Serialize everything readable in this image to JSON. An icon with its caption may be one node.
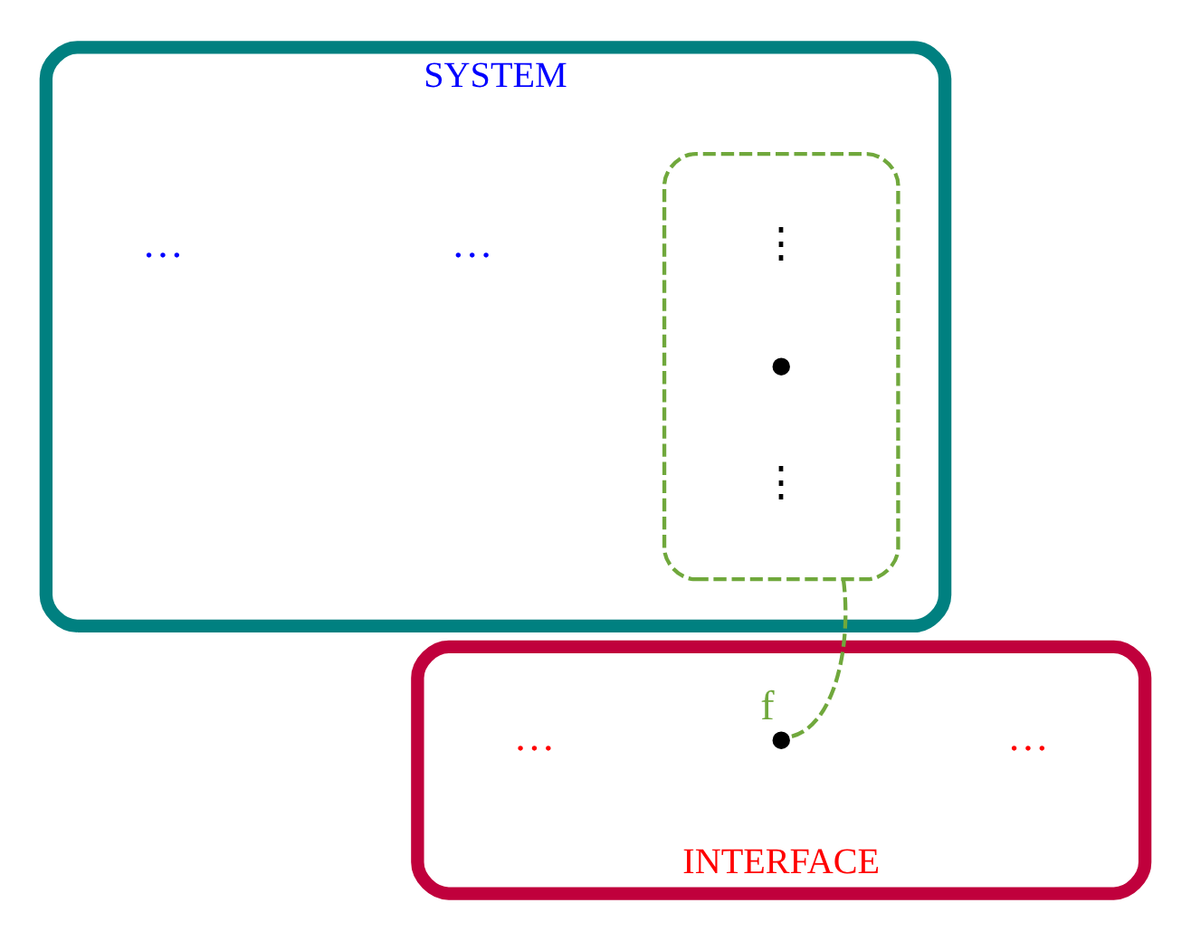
{
  "diagram": {
    "nodes": [
      {
        "text": [
          "SYSTEM"
        ]
      },
      {
        "text": [
          "…"
        ],
        "in": 0
      },
      {
        "text": [],
        "shape": "box",
        "in": 0
      },
      {
        "text": [
          "⋮"
        ],
        "in": 2
      },
      {
        "text": [],
        "shape": "circle",
        "in": 2
      },
      {
        "text": [
          "⋮"
        ],
        "in": 2
      },
      {
        "text": [
          "…"
        ],
        "in": 0
      },
      {
        "text": [
          "INTERFACE"
        ]
      },
      {
        "text": [
          "…"
        ],
        "in": 7
      },
      {
        "text": [],
        "shape": "circle",
        "in": 7,
        "beside": [
          "f"
        ]
      },
      {
        "text": [
          "…"
        ],
        "in": 7
      }
    ],
    "edges": [
      {
        "from": 2,
        "to": 9,
        "arrow": "none",
        "style": "dashed",
        "color": "#70a83c"
      }
    ]
  }
}
